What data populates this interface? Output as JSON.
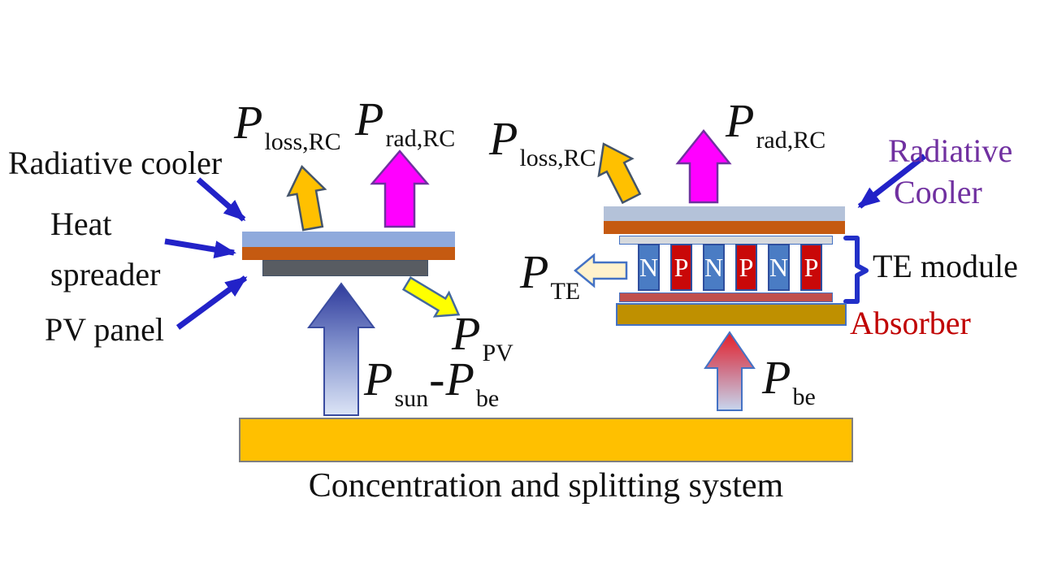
{
  "left_device": {
    "labels": {
      "radiative_cooler": "Radiative cooler",
      "heat_spreader_line1": "Heat",
      "heat_spreader_line2": "spreader",
      "pv_panel": "PV panel"
    }
  },
  "right_device": {
    "labels": {
      "radiative_cooler_line1": "Radiative",
      "radiative_cooler_line2": "Cooler",
      "te_module": "TE module",
      "absorber": "Absorber"
    },
    "te_legs": [
      "N",
      "P",
      "N",
      "P",
      "N",
      "P"
    ]
  },
  "power_labels": {
    "p_loss": {
      "main": "P",
      "sub": "loss,RC"
    },
    "p_rad": {
      "main": "P",
      "sub": "rad,RC"
    },
    "p_pv": {
      "main": "P",
      "sub": "PV"
    },
    "p_sun_minus_be": {
      "p1": "P",
      "sub1": "sun",
      "minus": "-",
      "p2": "P",
      "sub2": "be"
    },
    "p_te": {
      "main": "P",
      "sub": "TE"
    },
    "p_be": {
      "main": "P",
      "sub": "be"
    }
  },
  "bottom": {
    "caption": "Concentration and splitting system"
  },
  "colors": {
    "pointer_blue": "#2222C8",
    "label_purple": "#7030A0",
    "absorber_label_red": "#C00000",
    "rc_layer_left": "#8FAADC",
    "rc_layer_right": "#B4C2D9",
    "heat_spreader_orange": "#C55A11",
    "pv_panel_gray": "#585C62",
    "ceramic_plate_gray": "#D6D9DD",
    "n_leg_blue": "#4A7CC4",
    "p_leg_red": "#C90808",
    "interconnect_red": "#C0504D",
    "absorber_gold": "#BF9000",
    "concentrator_yellow": "#FFC000",
    "loss_arrow_orange": "#FFC000",
    "rad_arrow_magenta": "#FF00FF",
    "pv_arrow_yellow": "#FFFF00",
    "te_arrow_cream": "#FFF2CC"
  }
}
